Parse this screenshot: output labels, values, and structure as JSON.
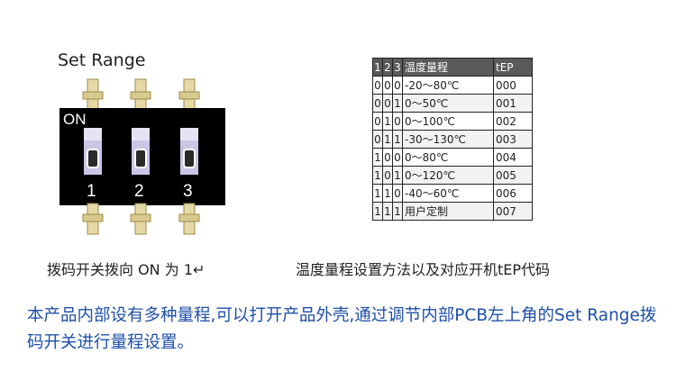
{
  "figure": {
    "set_range_label": "Set Range",
    "on_label": "ON",
    "switch_numbers": [
      "1",
      "2",
      "3"
    ]
  },
  "captions": {
    "left": "拨码开关拨向 ON 为 1↵",
    "right": "温度量程设置方法以及对应开机tEP代码"
  },
  "table": {
    "headers": [
      "1",
      "2",
      "3",
      "温度量程",
      "tEP"
    ],
    "rows": [
      [
        "0",
        "0",
        "0",
        "-20～80℃",
        "000"
      ],
      [
        "0",
        "0",
        "1",
        "0～50℃",
        "001"
      ],
      [
        "0",
        "1",
        "0",
        "0～100℃",
        "002"
      ],
      [
        "0",
        "1",
        "1",
        "-30～130℃",
        "003"
      ],
      [
        "1",
        "0",
        "0",
        "0～80℃",
        "004"
      ],
      [
        "1",
        "0",
        "1",
        "0～120℃",
        "005"
      ],
      [
        "1",
        "1",
        "0",
        "-40～60℃",
        "006"
      ],
      [
        "1",
        "1",
        "1",
        "用户定制",
        "007"
      ]
    ]
  },
  "description": " 本产品内部设有多种量程,可以打开产品外壳,通过调节内部PCB左上角的Set Range拨码开关进行量程设置。",
  "colors": {
    "switch_body": "#000000",
    "pin": "#d8c98f",
    "slider": "#c9c6e6",
    "description_text": "#1f4fa8"
  }
}
